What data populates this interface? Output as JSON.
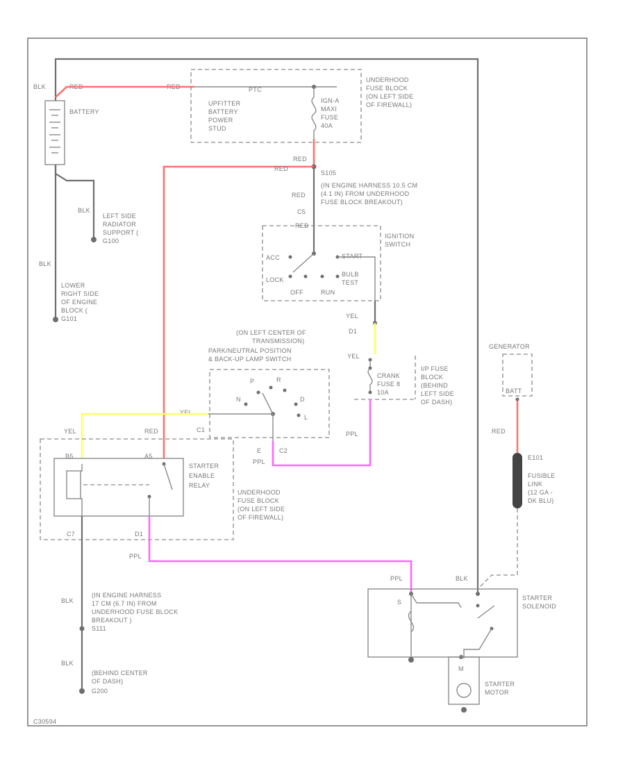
{
  "colors": {
    "blk": "#6e6e6e",
    "red": "#ff7070",
    "yel": "#ffff66",
    "ppl": "#ff66ff"
  },
  "battery": {
    "wire_blk": "BLK",
    "wire_red1": "RED",
    "wire_red2": "RED",
    "label": "BATTERY"
  },
  "ground_radiator": {
    "wire": "BLK",
    "lines": [
      "LEFT SIDE",
      "RADIATOR",
      "SUPPORT (",
      "G100"
    ]
  },
  "ground_engine": {
    "wire": "BLK",
    "lines": [
      "LOWER",
      "RIGHT SIDE",
      "OF ENGINE",
      "BLOCK (",
      "G101"
    ]
  },
  "fuse_block_top": {
    "lines": [
      "UNDERHOOD",
      "FUSE BLOCK",
      "(ON LEFT SIDE",
      "OF FIREWALL)"
    ],
    "ptc": "PTC",
    "module_lines": [
      "UPFITTER",
      "BATTERY",
      "POWER",
      "STUD"
    ],
    "fuse_lines": [
      "IGN-A",
      "MAXI",
      "FUSE",
      "40A"
    ]
  },
  "splice_s105": {
    "wire_red": "RED",
    "wire_red_top": "RED",
    "lines": [
      "S105",
      "(IN ENGINE HARNESS 10.5 CM",
      "(4.1 IN) FROM UNDERHOOD",
      "FUSE BLOCK BREAKOUT)"
    ]
  },
  "ignition_switch": {
    "connector": "C5",
    "wire_in": "RED",
    "lines": [
      "IGNITION",
      "SWITCH"
    ],
    "acc": "ACC",
    "lock": "LOCK",
    "off": "OFF",
    "run": "RUN",
    "start": "START",
    "bulb_test": [
      "BULB",
      "TEST"
    ],
    "wire_out": "YEL",
    "connector_out": "D1"
  },
  "crank_fuse": {
    "wire_in": "YEL",
    "fuse_lines": [
      "CRANK",
      "FUSE 8",
      "10A"
    ],
    "block_lines": [
      "I/P FUSE",
      "BLOCK",
      "(BEHIND",
      "LEFT SIDE",
      "OF DASH)"
    ],
    "wire_out": "PPL"
  },
  "park_neutral_switch": {
    "lines": [
      "(ON LEFT CENTER OF",
      "TRANSMISSION)",
      "PARK/NEUTRAL POSITION",
      "& BACK-UP LAMP SWITCH"
    ],
    "p": "P",
    "r": "R",
    "n": "N",
    "d": "D",
    "l": "L",
    "wire_yel": "YEL",
    "connector_c1": "C1",
    "connector_c2": "C2",
    "pin_e": "E",
    "wire_ppl": "PPL"
  },
  "starter_relay": {
    "wire_yel": "YEL",
    "wire_red": "RED",
    "pin_left": "B5",
    "pin_right": "A5",
    "lines": [
      "STARTER",
      "ENABLE",
      "RELAY"
    ],
    "block_lines": [
      "UNDERHOOD",
      "FUSE BLOCK",
      "(ON LEFT SIDE",
      "OF FIREWALL)"
    ],
    "pin_c7": "C7",
    "pin_d1": "D1",
    "wire_ppl": "PPL"
  },
  "ground_splice_s111": {
    "wire": "BLK",
    "lines": [
      "(IN ENGINE HARNESS",
      "17 CM (6.7 IN) FROM",
      "UNDERHOOD FUSE BLOCK",
      "BREAKOUT )",
      "S111"
    ]
  },
  "ground_g200": {
    "wire": "BLK",
    "lines": [
      "(BEHIND CENTER",
      "OF DASH)",
      "G200"
    ]
  },
  "generator": {
    "label": "GENERATOR",
    "terminal": "BATT",
    "wire": "RED",
    "fusible_lines": [
      "FUSIBLE",
      "LINK",
      "(12 GA -",
      "DK BLU)"
    ],
    "fusible_id": "E101"
  },
  "starter_solenoid": {
    "wire_ppl": "PPL",
    "wire_blk": "BLK",
    "pin_s": "S",
    "lines": [
      "STARTER",
      "SOLENOID"
    ]
  },
  "starter_motor": {
    "lines": [
      "STARTER",
      "MOTOR"
    ],
    "symbol": "M"
  },
  "footer_code": "C30594"
}
